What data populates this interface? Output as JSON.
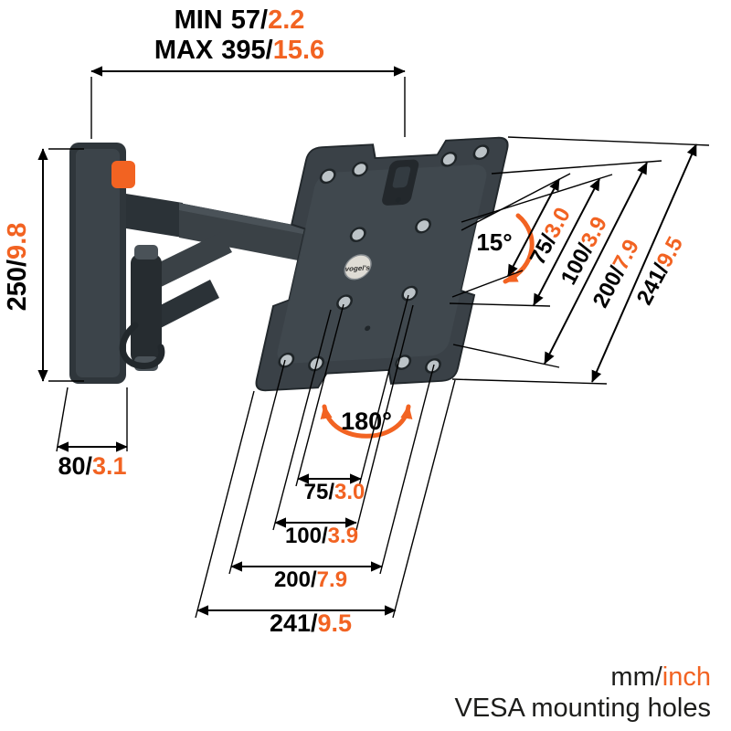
{
  "diagram": {
    "sep": "/",
    "top": {
      "min_label": "MIN",
      "min_mm": "57",
      "min_inch": "2.2",
      "max_label": "MAX",
      "max_mm": "395",
      "max_inch": "15.6"
    },
    "height": {
      "mm": "250",
      "inch": "9.8"
    },
    "depth": {
      "mm": "80",
      "inch": "3.1"
    },
    "tilt": "15°",
    "swivel": "180°",
    "side_dims": [
      {
        "mm": "75",
        "inch": "3.0"
      },
      {
        "mm": "100",
        "inch": "3.9"
      },
      {
        "mm": "200",
        "inch": "7.9"
      },
      {
        "mm": "241",
        "inch": "9.5"
      }
    ],
    "bottom_dims": [
      {
        "mm": "75",
        "inch": "3.0"
      },
      {
        "mm": "100",
        "inch": "3.9"
      },
      {
        "mm": "200",
        "inch": "7.9"
      },
      {
        "mm": "241",
        "inch": "9.5"
      }
    ],
    "brand": "vogel's",
    "legend": {
      "mm": "mm",
      "inch": "inch",
      "note": "VESA mounting holes"
    },
    "colors": {
      "accent": "#F26322",
      "ink": "#000000",
      "mount": "#3A4147"
    }
  }
}
